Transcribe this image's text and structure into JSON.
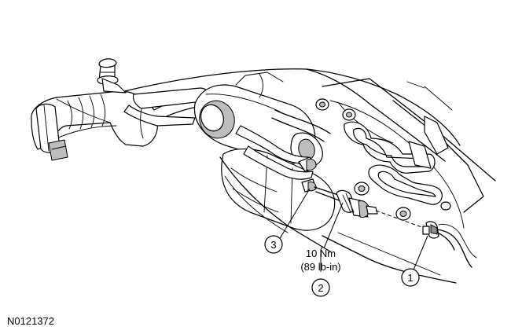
{
  "figure_id": "N0121372",
  "callouts": [
    {
      "number": "1"
    },
    {
      "number": "2"
    },
    {
      "number": "3"
    }
  ],
  "torque": {
    "metric": "10 Nm",
    "imperial": "(89 lb-in)"
  }
}
